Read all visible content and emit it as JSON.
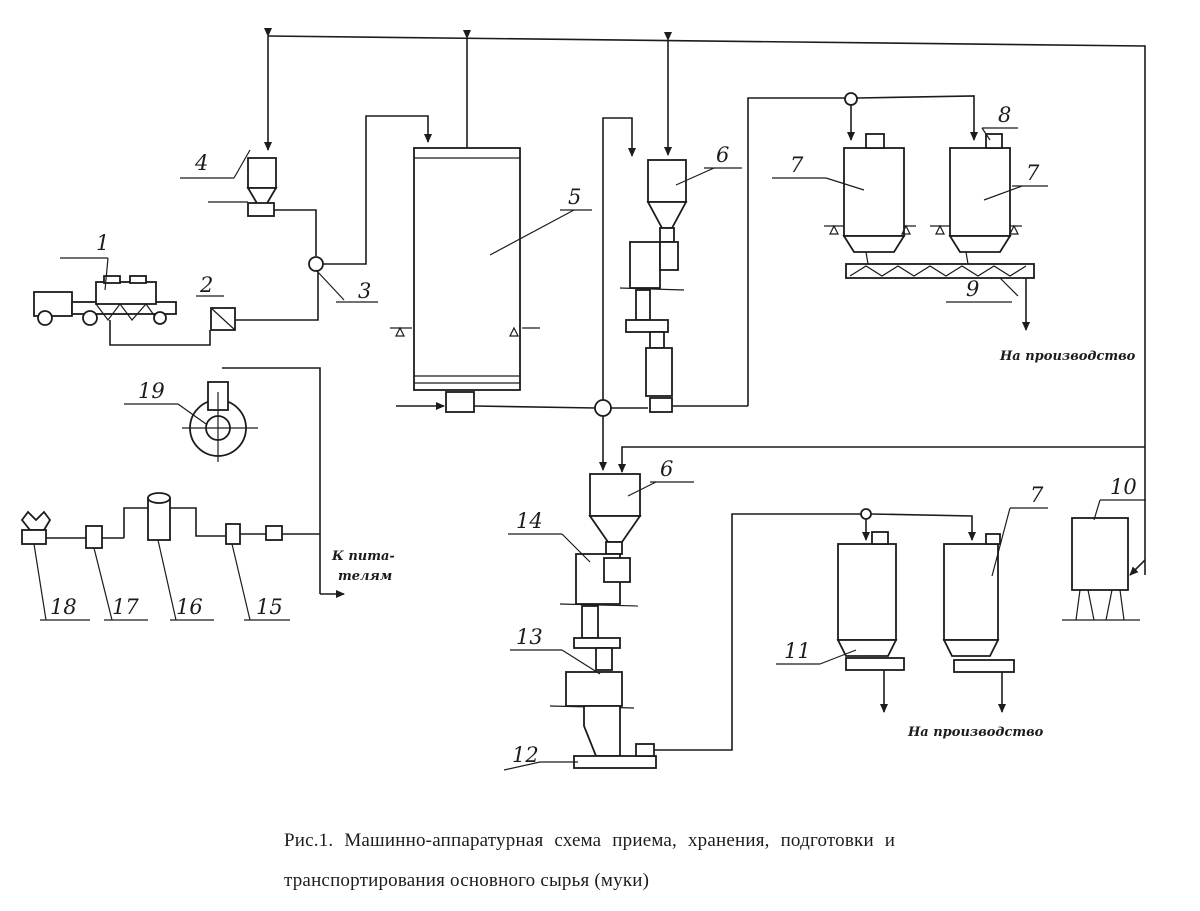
{
  "labels": {
    "n1": "1",
    "n2": "2",
    "n3": "3",
    "n4": "4",
    "n5": "5",
    "n6a": "6",
    "n6b": "6",
    "n7a": "7",
    "n7b": "7",
    "n7c": "7",
    "n8": "8",
    "n9": "9",
    "n10": "10",
    "n11": "11",
    "n12": "12",
    "n13": "13",
    "n14": "14",
    "n15": "15",
    "n16": "16",
    "n17": "17",
    "n18": "18",
    "n19": "19"
  },
  "text": {
    "to_production_1": "На производство",
    "to_production_2": "На производство",
    "to_feeders_1": "К пита-",
    "to_feeders_2": "телям"
  },
  "caption": {
    "line1": "Рис.1.  Машинно-аппаратурная  схема  приема,  хранения,  подготовки  и",
    "line2": "транспортирования основного сырья (муки)"
  },
  "colors": {
    "ink": "#1c1c1c",
    "paper": "#ffffff"
  }
}
